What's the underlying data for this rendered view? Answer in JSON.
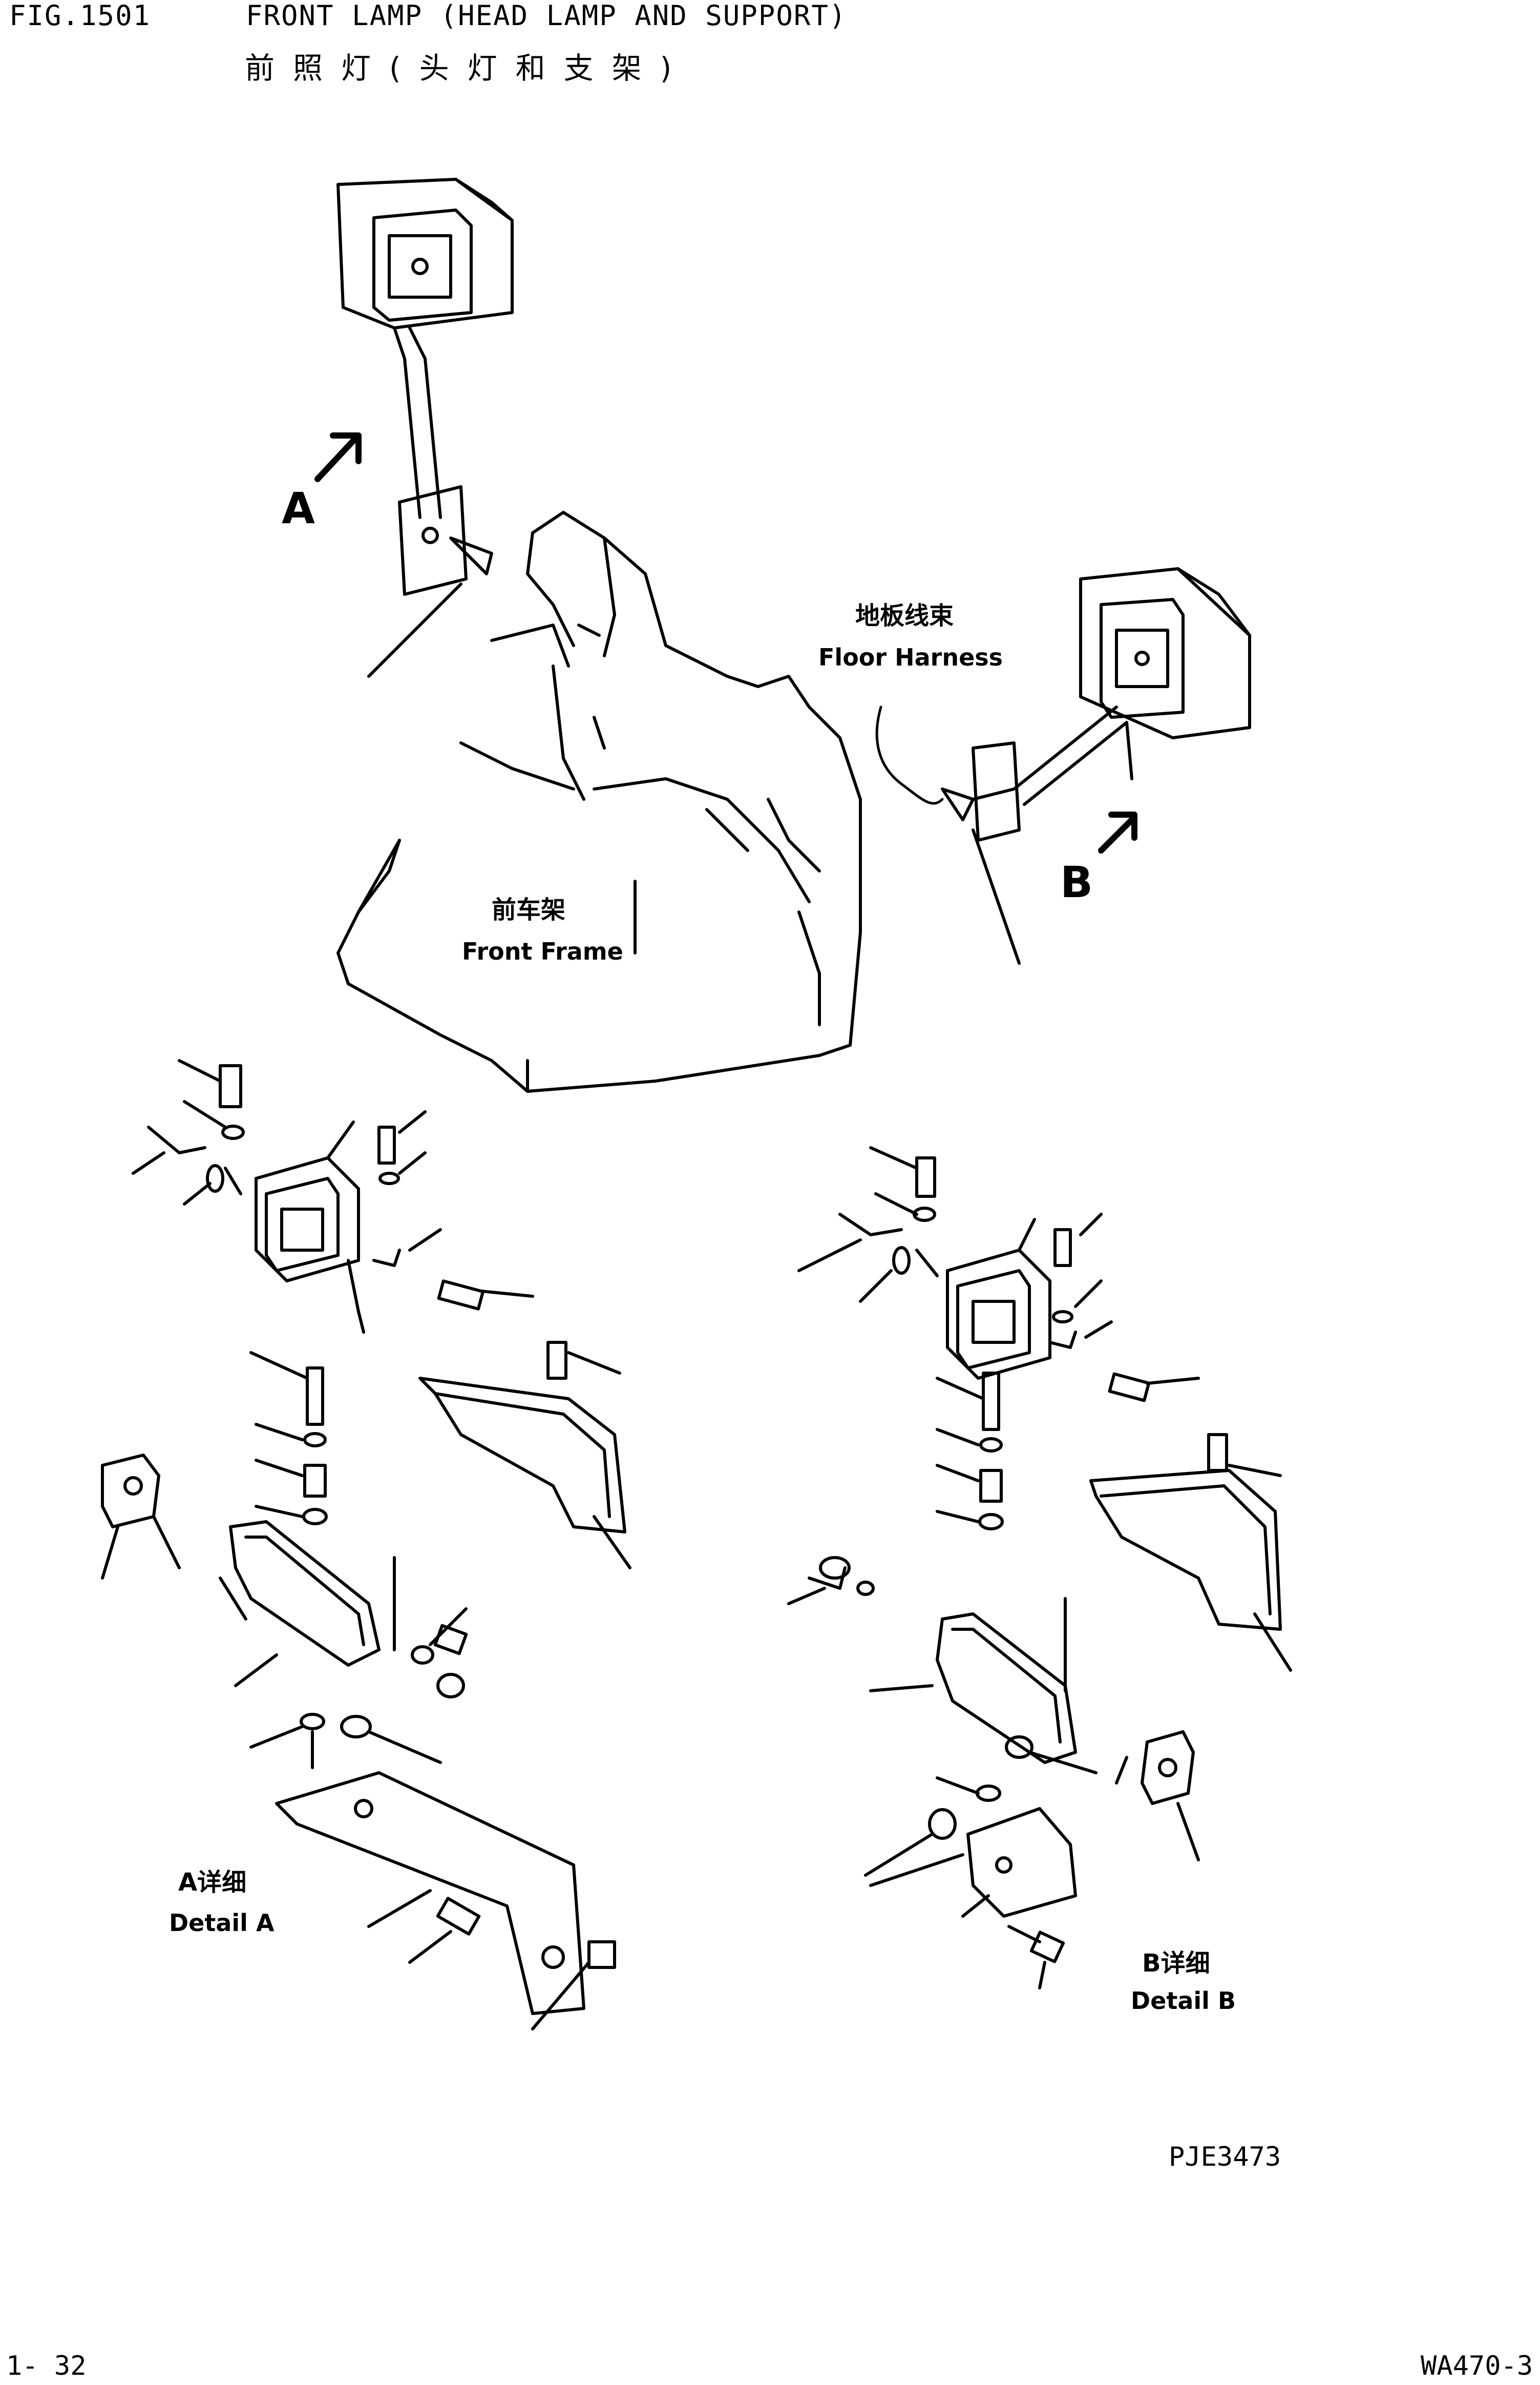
{
  "header": {
    "fig_number": "FIG.1501",
    "title_en": "FRONT LAMP (HEAD LAMP AND SUPPORT)",
    "title_cn": "前照灯(头灯和支架)"
  },
  "labels": {
    "view_a": "A",
    "view_b": "B",
    "floor_harness_cn": "地板线束",
    "floor_harness_en": "Floor Harness",
    "front_frame_cn": "前车架",
    "front_frame_en": "Front Frame",
    "detail_a_cn": "A详细",
    "detail_a_en": "Detail A",
    "detail_b_cn": "B详细",
    "detail_b_en": "Detail B"
  },
  "footer": {
    "drawing_code": "PJE3473",
    "page_number": "1- 32",
    "model": "WA470-3"
  },
  "colors": {
    "ink": "#000000",
    "paper": "#ffffff"
  }
}
